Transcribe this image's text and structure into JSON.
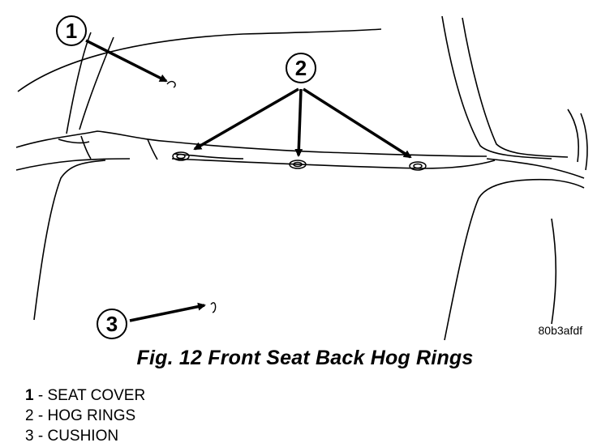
{
  "figure": {
    "callouts": [
      {
        "number": "1",
        "target": "seat cover"
      },
      {
        "number": "2",
        "target": "hog rings"
      },
      {
        "number": "3",
        "target": "cushion"
      }
    ],
    "image_code": "80b3afdf"
  },
  "caption": "Fig. 12 Front Seat Back Hog Rings",
  "legend": [
    {
      "number": "1",
      "separator": " - ",
      "label": "SEAT COVER"
    },
    {
      "number": "2",
      "separator": " - ",
      "label": "HOG RINGS"
    },
    {
      "number": "3",
      "separator": " - ",
      "label": "CUSHION"
    }
  ]
}
